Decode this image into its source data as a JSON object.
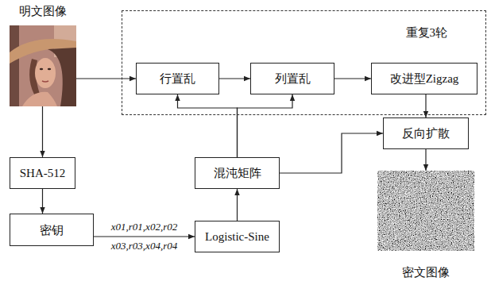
{
  "diagram": {
    "nodes": [
      {
        "text": [
          "明文图像"
        ]
      },
      {
        "text": [
          "重复3轮"
        ]
      },
      {
        "text": [
          "行置乱"
        ],
        "in": 1
      },
      {
        "text": [
          "列置乱"
        ],
        "in": 1
      },
      {
        "text": [
          "改进型Zigzag"
        ],
        "in": 1
      },
      {
        "text": [
          "反向扩散"
        ]
      },
      {
        "text": [
          "SHA-512"
        ]
      },
      {
        "text": [
          "混沌矩阵"
        ]
      },
      {
        "text": [
          "密钥"
        ]
      },
      {
        "text": [
          "Logistic-Sine"
        ]
      },
      {
        "text": [
          "密文图像"
        ]
      }
    ],
    "edges": [
      {
        "from": 0,
        "to": 2,
        "arrow": "to"
      },
      {
        "from": 0,
        "to": 6,
        "arrow": "to"
      },
      {
        "from": 6,
        "to": 8,
        "arrow": "to"
      },
      {
        "from": 8,
        "to": 9,
        "arrow": "to",
        "label": "x01,r01,x02,r02 x03,r03,x04,r04"
      },
      {
        "from": 9,
        "to": 7,
        "arrow": "to"
      },
      {
        "from": 7,
        "to": 2,
        "arrow": "to"
      },
      {
        "from": 7,
        "to": 3,
        "arrow": "to"
      },
      {
        "from": 7,
        "to": 5,
        "arrow": "to"
      },
      {
        "from": 2,
        "to": 3,
        "arrow": "to"
      },
      {
        "from": 3,
        "to": 4,
        "arrow": "to"
      },
      {
        "from": 4,
        "to": 5,
        "arrow": "to"
      },
      {
        "from": 5,
        "to": 10,
        "arrow": "to"
      }
    ]
  }
}
